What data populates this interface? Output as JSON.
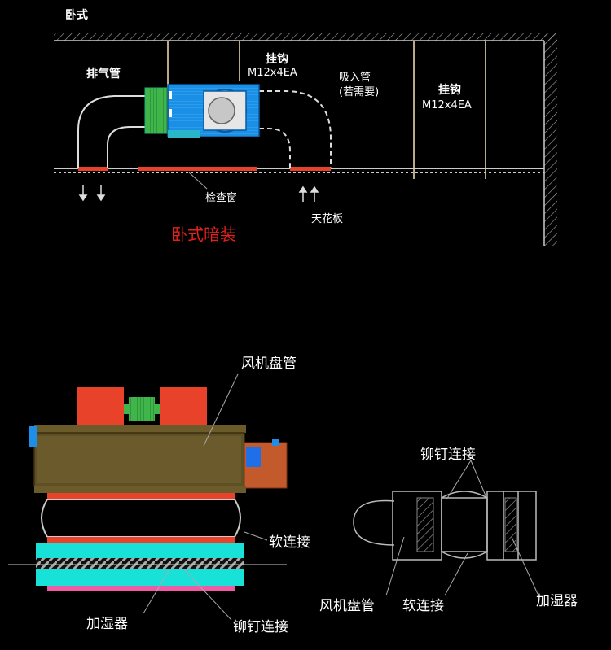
{
  "top_title": "卧式",
  "exhaust_pipe": "排气管",
  "hook_left_title": "挂钩",
  "hook_left_spec": "M12x4EA",
  "intake_pipe": "吸入管",
  "intake_note": "(若需要)",
  "hook_right_title": "挂钩",
  "hook_right_spec": "M12x4EA",
  "inspection_window": "检查窗",
  "ceiling": "天花板",
  "caption": "卧式暗装",
  "fan_coil_top": "风机盘管",
  "soft_conn_left": "软连接",
  "humidifier_left": "加湿器",
  "rivet_left": "铆钉连接",
  "rivet_right": "铆钉连接",
  "fan_coil_right": "风机盘管",
  "soft_conn_right": "软连接",
  "humidifier_right": "加湿器",
  "colors": {
    "unit_blue": "#1f8ee8",
    "coil_green": "#41b94a",
    "duct_red": "#e8432a",
    "humidifier_cyan": "#18e2d8",
    "duct_pink": "#ef5aa4",
    "caption_red": "#e8201c"
  }
}
